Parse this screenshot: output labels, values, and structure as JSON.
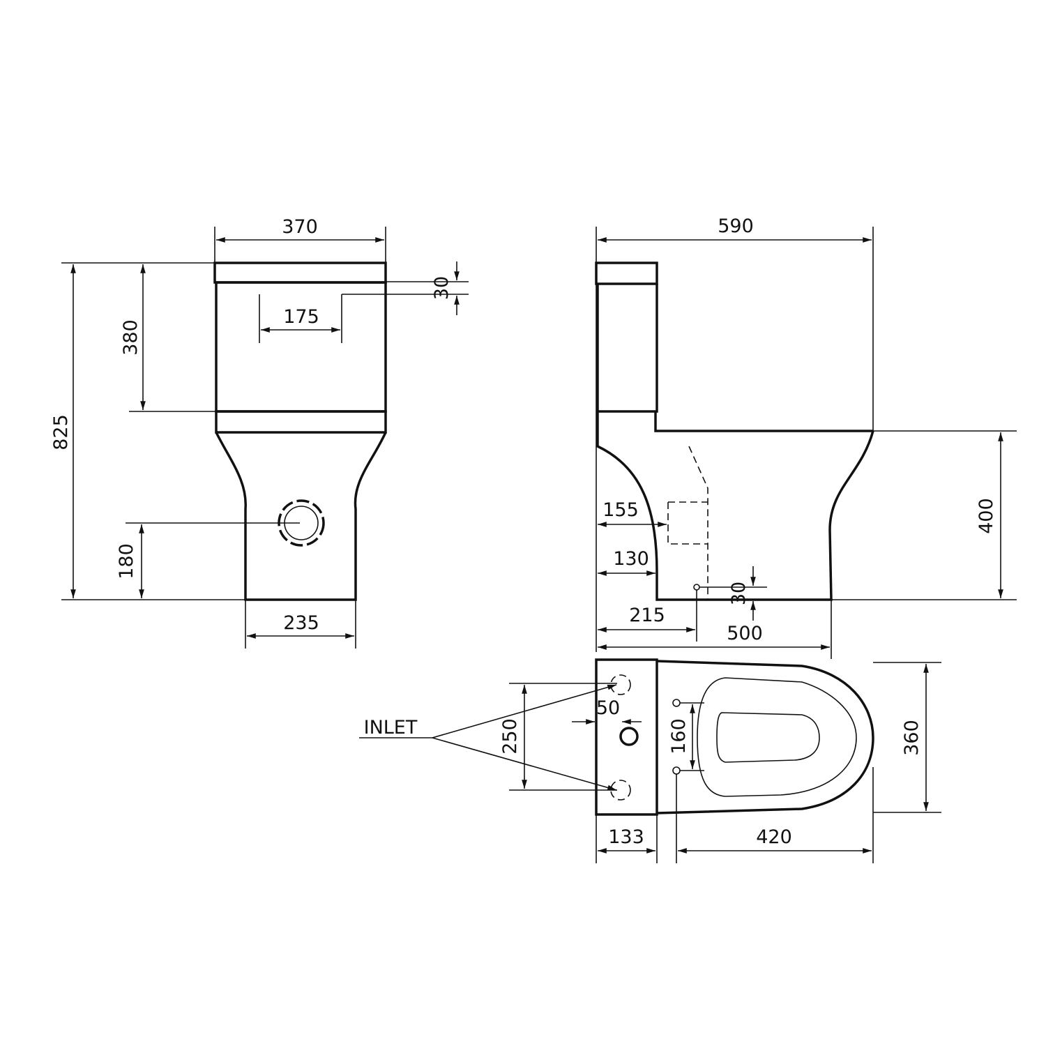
{
  "front_view": {
    "width_top": "370",
    "tank_height": "380",
    "total_height": "825",
    "inlet_height": "180",
    "base_width": "235",
    "hole_spacing": "175",
    "hole_offset": "30"
  },
  "side_view": {
    "depth": "590",
    "seat_height": "400",
    "outlet_155": "155",
    "outlet_130": "130",
    "outlet_215": "215",
    "base_depth": "500",
    "bolt_offset": "30"
  },
  "top_view": {
    "width": "360",
    "tank_depth": "133",
    "bowl_length": "420",
    "inlet_spacing": "250",
    "fixing_spacing": "160",
    "button_offset": "50",
    "inlet_label": "INLET"
  }
}
